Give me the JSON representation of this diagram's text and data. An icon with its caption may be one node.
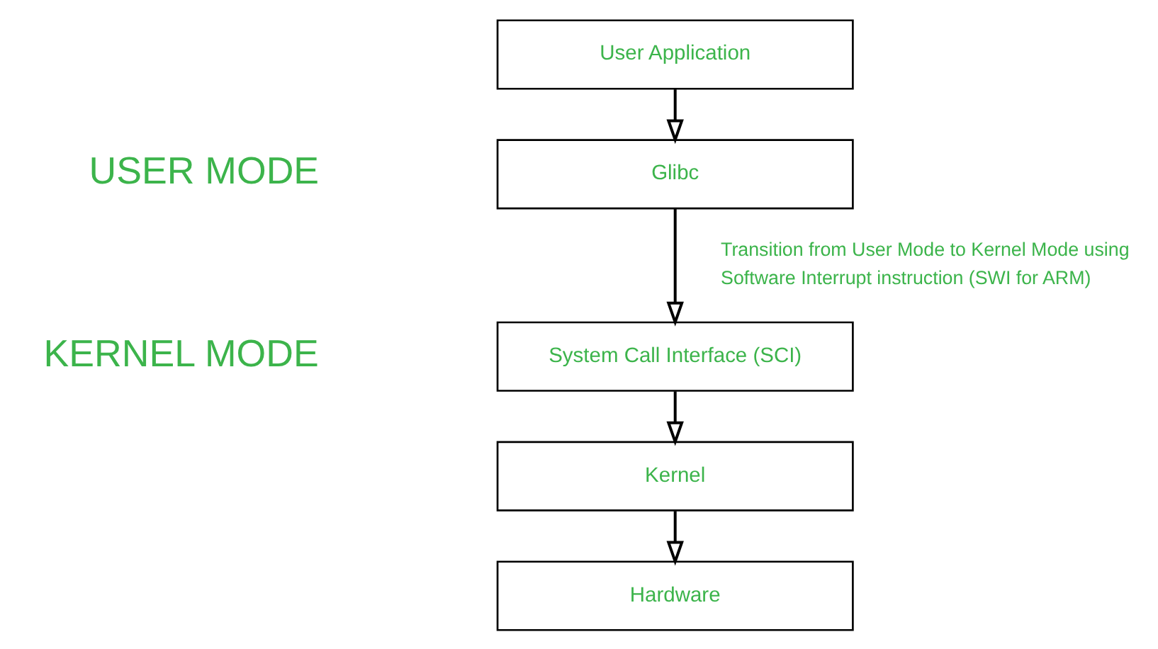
{
  "diagram": {
    "nodes": [
      {
        "text": [
          "User Application"
        ]
      },
      {
        "text": [
          "Glibc"
        ]
      },
      {
        "text": [
          "System Call Interface (SCI)"
        ]
      },
      {
        "text": [
          "Kernel"
        ]
      },
      {
        "text": [
          "Hardware"
        ]
      }
    ],
    "edges": [
      {
        "from": 0,
        "to": 1,
        "arrow": "to"
      },
      {
        "from": 1,
        "to": 2,
        "arrow": "to",
        "label": "Transition from User Mode to Kernel Mode using Software Interrupt instruction (SWI for ARM)"
      },
      {
        "from": 2,
        "to": 3,
        "arrow": "to"
      },
      {
        "from": 3,
        "to": 4,
        "arrow": "to"
      }
    ],
    "labels": [
      "USER MODE",
      "KERNEL MODE"
    ]
  }
}
